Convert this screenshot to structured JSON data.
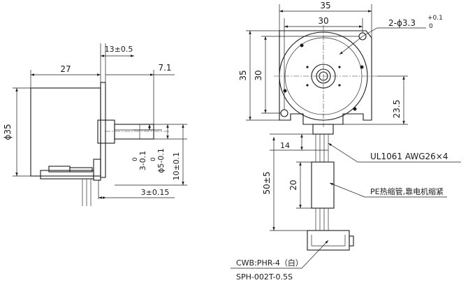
{
  "side_view": {
    "dim_length": "27",
    "dim_flange": "13±0.5",
    "dim_shaft": "7.1",
    "dim_diameter": "ϕ35",
    "dim_shaft_tol_top": "0",
    "dim_shaft_tol": "3-0.1",
    "dim_shaft_diam_tol_top": "0",
    "dim_shaft_diam": "ϕ5-0.1",
    "dim_offset": "10±0.1",
    "dim_flat": "3±0.15"
  },
  "front_view": {
    "dim_width_outer": "35",
    "dim_width_inner": "30",
    "dim_hole": "2-ϕ3.3",
    "dim_hole_tol_plus": "+0.1",
    "dim_hole_tol_minus": "0",
    "dim_height_outer": "35",
    "dim_height_inner": "30",
    "dim_center": "23.5",
    "dim_lead_exit": "14",
    "dim_lead_length": "50±5",
    "dim_sleeve": "20",
    "wire_spec": "UL1061 AWG26×4",
    "sleeve_spec": "PE热缩管,靠电机缩紧",
    "connector_spec": "CWB:PHR-4（白）",
    "terminal_spec": "SPH-002T-0.5S"
  },
  "icons": {
    "dim_arrow": "arrowhead-icon"
  }
}
